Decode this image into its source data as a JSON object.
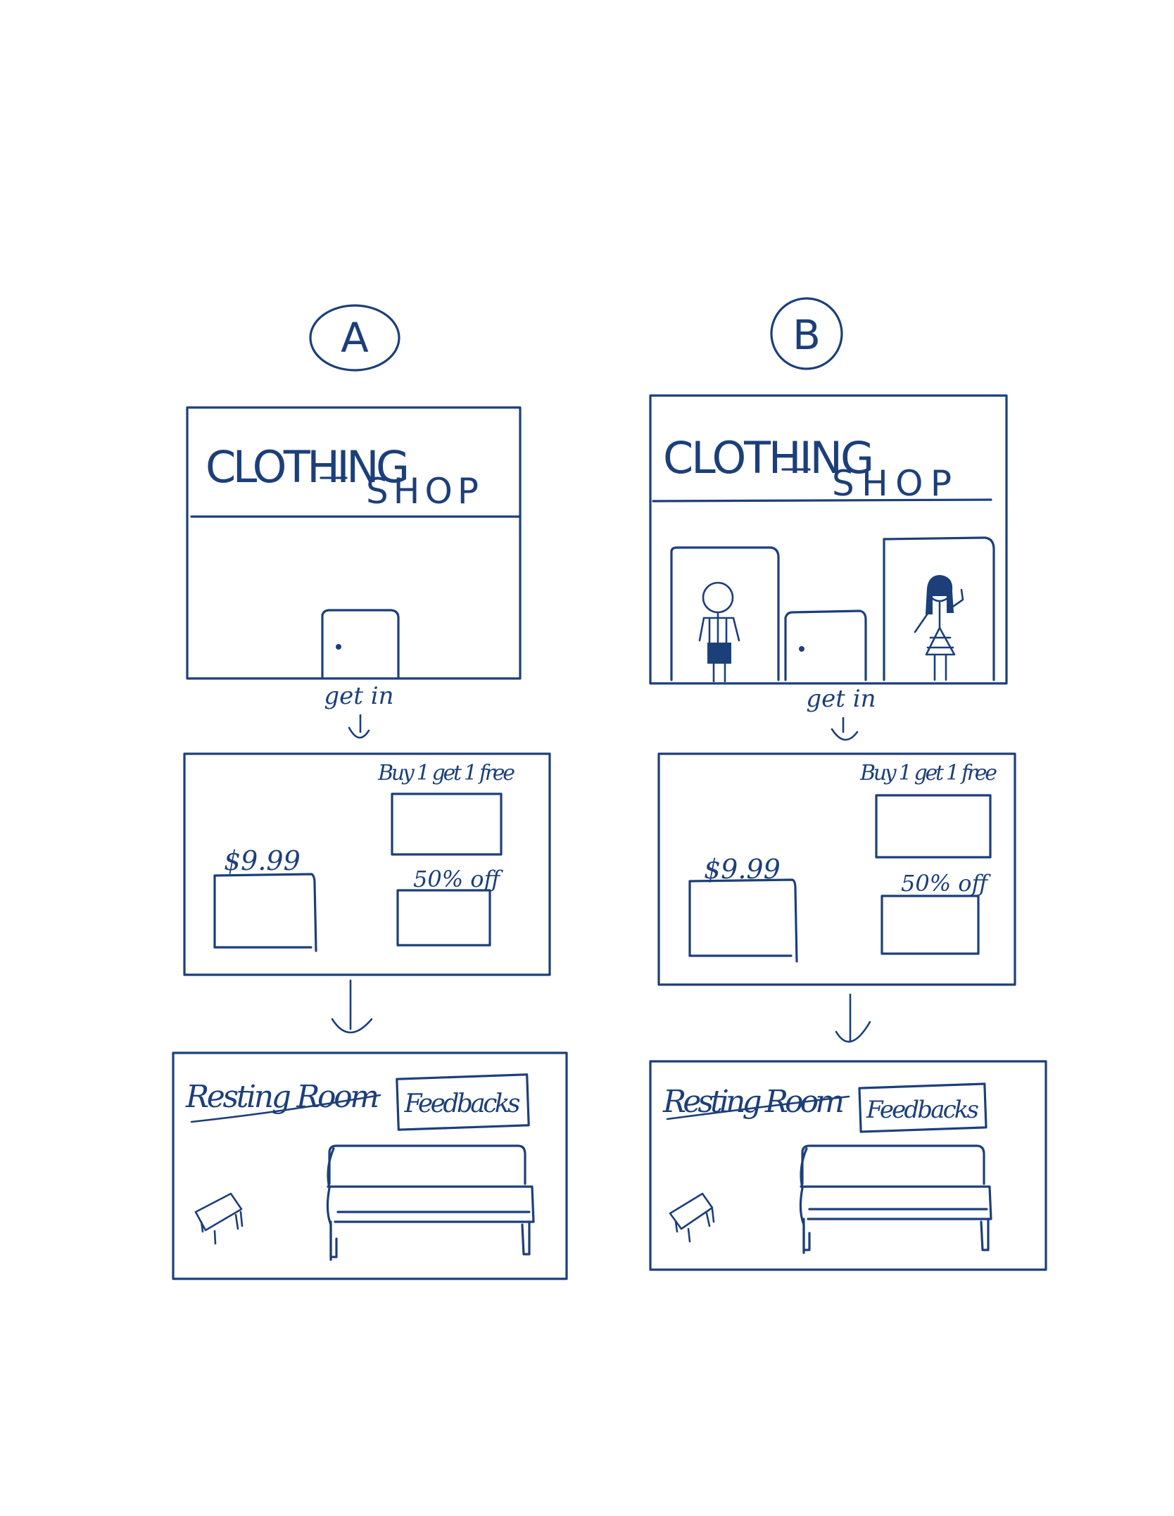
{
  "colors": {
    "ink": "#1c3f7a",
    "paper": "#ffffff"
  },
  "options": [
    {
      "label": "A",
      "shop": {
        "title": "CLOTHING",
        "subtitle": "SHOP"
      },
      "entry_label": "get in",
      "store": {
        "promo_label": "Buy 1 get 1 free",
        "price_label": "$9.99",
        "discount_label": "50% off"
      },
      "room": {
        "title": "Resting Room",
        "button_label": "Feedbacks"
      }
    },
    {
      "label": "B",
      "shop": {
        "title": "CLOTHING",
        "subtitle": "SHOP"
      },
      "entry_label": "get in",
      "store": {
        "promo_label": "Buy 1 get 1 free",
        "price_label": "$9.99",
        "discount_label": "50% off"
      },
      "room": {
        "title": "Resting Room",
        "button_label": "Feedbacks"
      }
    }
  ]
}
